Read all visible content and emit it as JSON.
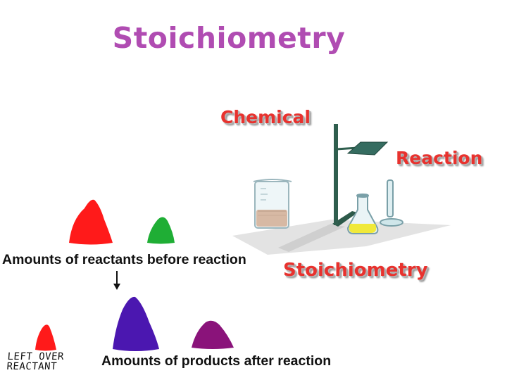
{
  "title": "Stoichiometry",
  "illustration": {
    "chemical_label": "Chemical",
    "reaction_label": "Reaction",
    "stoichiometry_label": "Stoichiometry"
  },
  "reactants": {
    "caption": "Amounts of reactants before reaction",
    "piles": [
      {
        "name": "large-red-pile",
        "color": "#ff1a1a"
      },
      {
        "name": "small-green-pile",
        "color": "#1fae35"
      }
    ]
  },
  "products": {
    "caption": "Amounts of products after reaction",
    "leftover_label_line1": "LEFT OVER",
    "leftover_label_line2": "REACTANT",
    "piles": [
      {
        "name": "leftover-red-pile",
        "color": "#ff1a1a"
      },
      {
        "name": "blue-product-pile",
        "color": "#4b17b0"
      },
      {
        "name": "purple-product-pile",
        "color": "#8a137a"
      }
    ]
  }
}
